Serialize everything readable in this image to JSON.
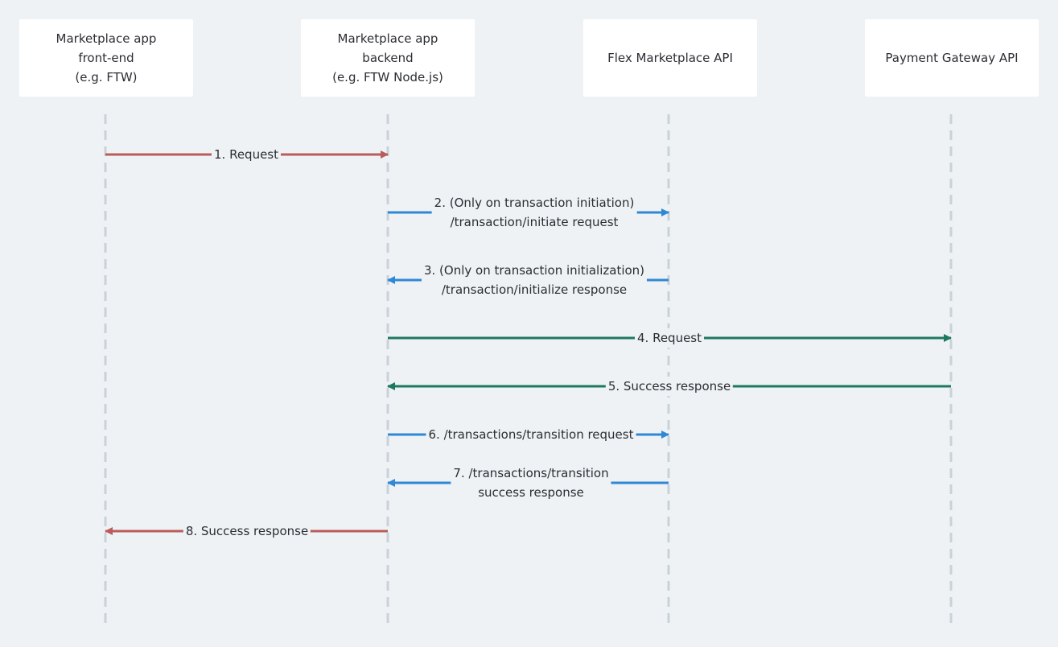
{
  "participants": [
    {
      "id": "frontend",
      "label": "Marketplace app\nfront-end\n(e.g. FTW)"
    },
    {
      "id": "backend",
      "label": "Marketplace app\nbackend\n(e.g. FTW Node.js)"
    },
    {
      "id": "flex",
      "label": "Flex Marketplace API"
    },
    {
      "id": "gateway",
      "label": "Payment Gateway API"
    }
  ],
  "messages": [
    {
      "label": "1. Request",
      "from": "frontend",
      "to": "backend",
      "color": "red"
    },
    {
      "label": "2. (Only on transaction initiation)\n/transaction/initiate request",
      "from": "backend",
      "to": "flex",
      "color": "blue"
    },
    {
      "label": "3. (Only on transaction initialization)\n/transaction/initialize response",
      "from": "flex",
      "to": "backend",
      "color": "blue"
    },
    {
      "label": "4. Request",
      "from": "backend",
      "to": "gateway",
      "color": "green"
    },
    {
      "label": "5. Success response",
      "from": "gateway",
      "to": "backend",
      "color": "green"
    },
    {
      "label": "6. /transactions/transition request",
      "from": "backend",
      "to": "flex",
      "color": "blue"
    },
    {
      "label": "7. /transactions/transition\nsuccess response",
      "from": "flex",
      "to": "backend",
      "color": "blue"
    },
    {
      "label": "8. Success response",
      "from": "backend",
      "to": "frontend",
      "color": "red"
    }
  ],
  "colors": {
    "background": "#eff2f5",
    "box": "#ffffff",
    "lifeline": "#c9d1d9",
    "red": "#b95c5c",
    "blue": "#2f88d6",
    "green": "#1d7861",
    "text": "#2a2e33"
  }
}
